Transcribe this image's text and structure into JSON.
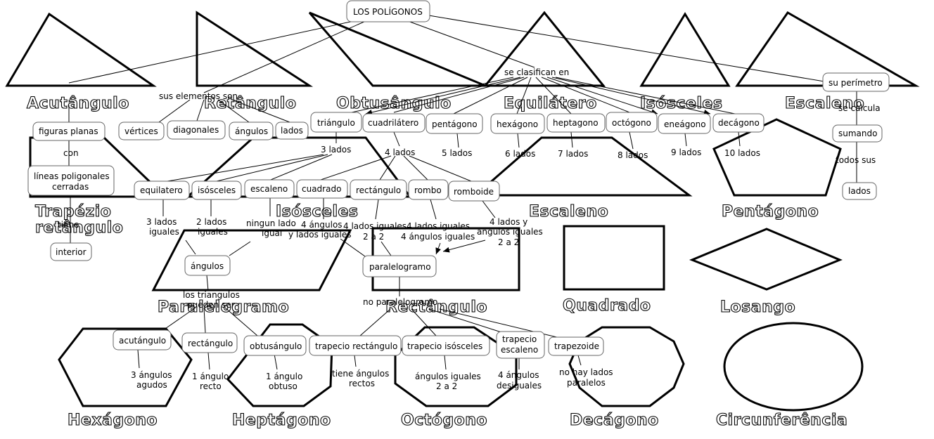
{
  "captions": {
    "acutangulo": "Acutângulo",
    "retangulo": "Retângulo",
    "obtusangulo": "Obtusângulo",
    "equilatero": "Equilátero",
    "isosceles_top": "Isósceles",
    "escaleno_top": "Escaleno",
    "trapezio_1": "Trapézio",
    "trapezio_2": "retângulo",
    "isosceles_mid": "Isósceles",
    "escaleno_mid": "Escaleno",
    "pentagono": "Pentágono",
    "paralelogramo": "Paralelogramo",
    "rectangulo": "Rectângulo",
    "quadrado": "Quadrado",
    "losango": "Losango",
    "hexagono": "Hexágono",
    "heptagono": "Heptágono",
    "octogono": "Octógono",
    "decagono": "Decágono",
    "circunferencia": "Circunferência"
  },
  "nodes": {
    "root": "LOS POLÍGONOS",
    "su_perimetro": "su perímetro",
    "sumando": "sumando",
    "lados_right": "lados",
    "figuras_planas": "figuras planas",
    "lineas_1": "líneas poligonales",
    "lineas_2": "cerradas",
    "interior": "interior",
    "vertices": "vértices",
    "diagonales": "diagonales",
    "angulos_top": "ángulos",
    "lados_top": "lados",
    "triangulo": "triángulo",
    "cuadrilatero": "cuadrilátero",
    "pentagono": "pentágono",
    "hexagono": "hexágono",
    "heptagono": "heptagono",
    "octogono": "octógono",
    "eneagono": "eneágono",
    "decagono": "decágono",
    "equilatero": "equilatero",
    "isosceles": "isósceles",
    "escaleno": "escaleno",
    "cuadrado": "cuadrado",
    "rectangulo": "rectángulo",
    "rombo": "rombo",
    "romboide": "romboide",
    "angulos_mid": "ángulos",
    "paralelogramo": "paralelogramo",
    "acutangulo": "acutángulo",
    "rectangulo_tri": "rectángulo",
    "obtusangulo": "obtusángulo",
    "trapecio_rect": "trapecio rectángulo",
    "trapecio_isos": "trapecio   isósceles",
    "trapecio_esc_1": "trapecio",
    "trapecio_esc_2": "escaleno",
    "trapezoide": "trapezoide"
  },
  "links": {
    "se_clasifican_en": "se clasifican en",
    "sus_elementos_son": "sus elementos son",
    "se_calcula": "se calcula",
    "todos_sus": "todos sus",
    "con": "con",
    "tiene": "tiene",
    "tres_lados": "3 lados",
    "cuatro_lados": "4 lados",
    "cinco_lados": "5 lados",
    "seis_lados": "6 lados",
    "siete_lados": "7 lados",
    "ocho_lados": "8 lados",
    "nueve_lados": "9 lados",
    "diez_lados": "10 lados",
    "tres_lados_iguales_1": "3 lados",
    "tres_lados_iguales_2": "iguales",
    "dos_lados_iguales_1": "2 lados",
    "dos_lados_iguales_2": "iguales",
    "ningun_lado_1": "ningun lado",
    "ningun_lado_2": "igual",
    "cuatro_angulos_1": "4 ángulos",
    "cuatro_angulos_2": "y lados iguales",
    "lados_iguales_2a2_1": "4 lados iguales",
    "lados_iguales_2a2_2": "2 a 2",
    "cuatro_lados_iguales_1": "4 lados iguales",
    "cuatro_lados_iguales_2": "4 ángulos iguales",
    "cuatro_lados_y_1": "4 lados y",
    "cuatro_lados_y_2": "ángulos iguales",
    "cuatro_lados_y_3": "2 a 2",
    "los_triangulos_1": "los triangulos",
    "los_triangulos_2": "pueden ser",
    "no_paralelogramo": "no paralelogramo",
    "tres_angulos_agudos_1": "3 ángulos",
    "tres_angulos_agudos_2": "agudos",
    "un_angulo_recto_1": "1 ángulo",
    "un_angulo_recto_2": "recto",
    "un_angulo_obtuso_1": "1 ángulo",
    "un_angulo_obtuso_2": "obtuso",
    "tiene_angulos_rectos_1": "tiene ángulos",
    "tiene_angulos_rectos_2": "rectos",
    "angulos_iguales_1": "ángulos iguales",
    "angulos_iguales_2": "2 a 2",
    "angulos_desiguales_1": "4 ángulos",
    "angulos_desiguales_2": "desiguales",
    "no_hay_lados_1": "no hay lados",
    "no_hay_lados_2": "paralelos"
  }
}
